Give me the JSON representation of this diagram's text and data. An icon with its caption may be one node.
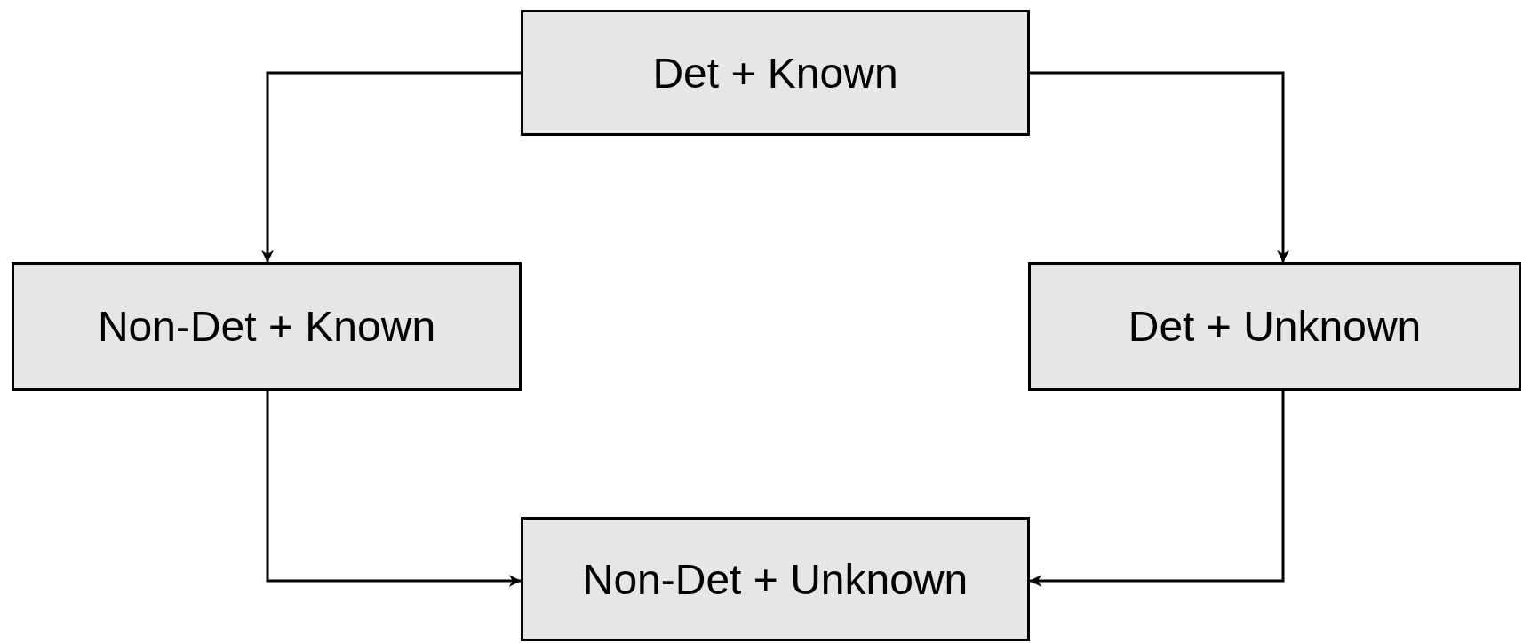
{
  "diagram": {
    "nodes": [
      {
        "text": [
          "Det + Known"
        ]
      },
      {
        "text": [
          "Non-Det + Known"
        ]
      },
      {
        "text": [
          "Det + Unknown"
        ]
      },
      {
        "text": [
          "Non-Det + Unknown"
        ]
      }
    ],
    "edges": [
      {
        "from": 0,
        "to": 1,
        "arrow": "to"
      },
      {
        "from": 0,
        "to": 2,
        "arrow": "to"
      },
      {
        "from": 1,
        "to": 3,
        "arrow": "to"
      },
      {
        "from": 2,
        "to": 3,
        "arrow": "to"
      }
    ]
  }
}
